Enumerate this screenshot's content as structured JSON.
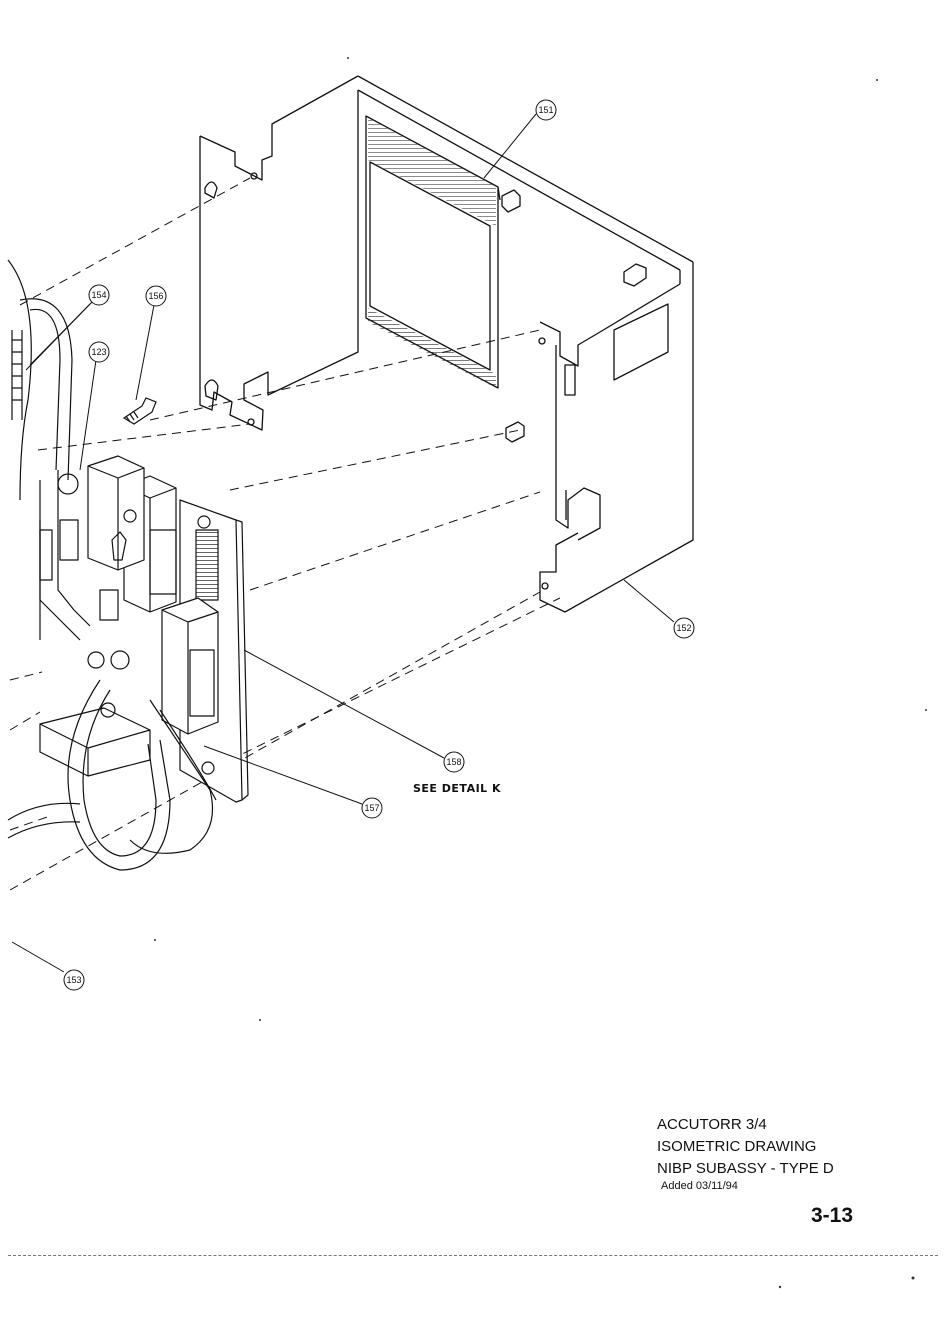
{
  "callouts": [
    "151",
    "152",
    "153",
    "154",
    "156",
    "123",
    "158",
    "157"
  ],
  "detail_note": "SEE DETAIL K",
  "title_block": {
    "line1": "ACCUTORR 3/4",
    "line2": "ISOMETRIC DRAWING",
    "line3": "NIBP SUBASSY - TYPE D",
    "added": "Added 03/11/94"
  },
  "page_number": "3-13"
}
